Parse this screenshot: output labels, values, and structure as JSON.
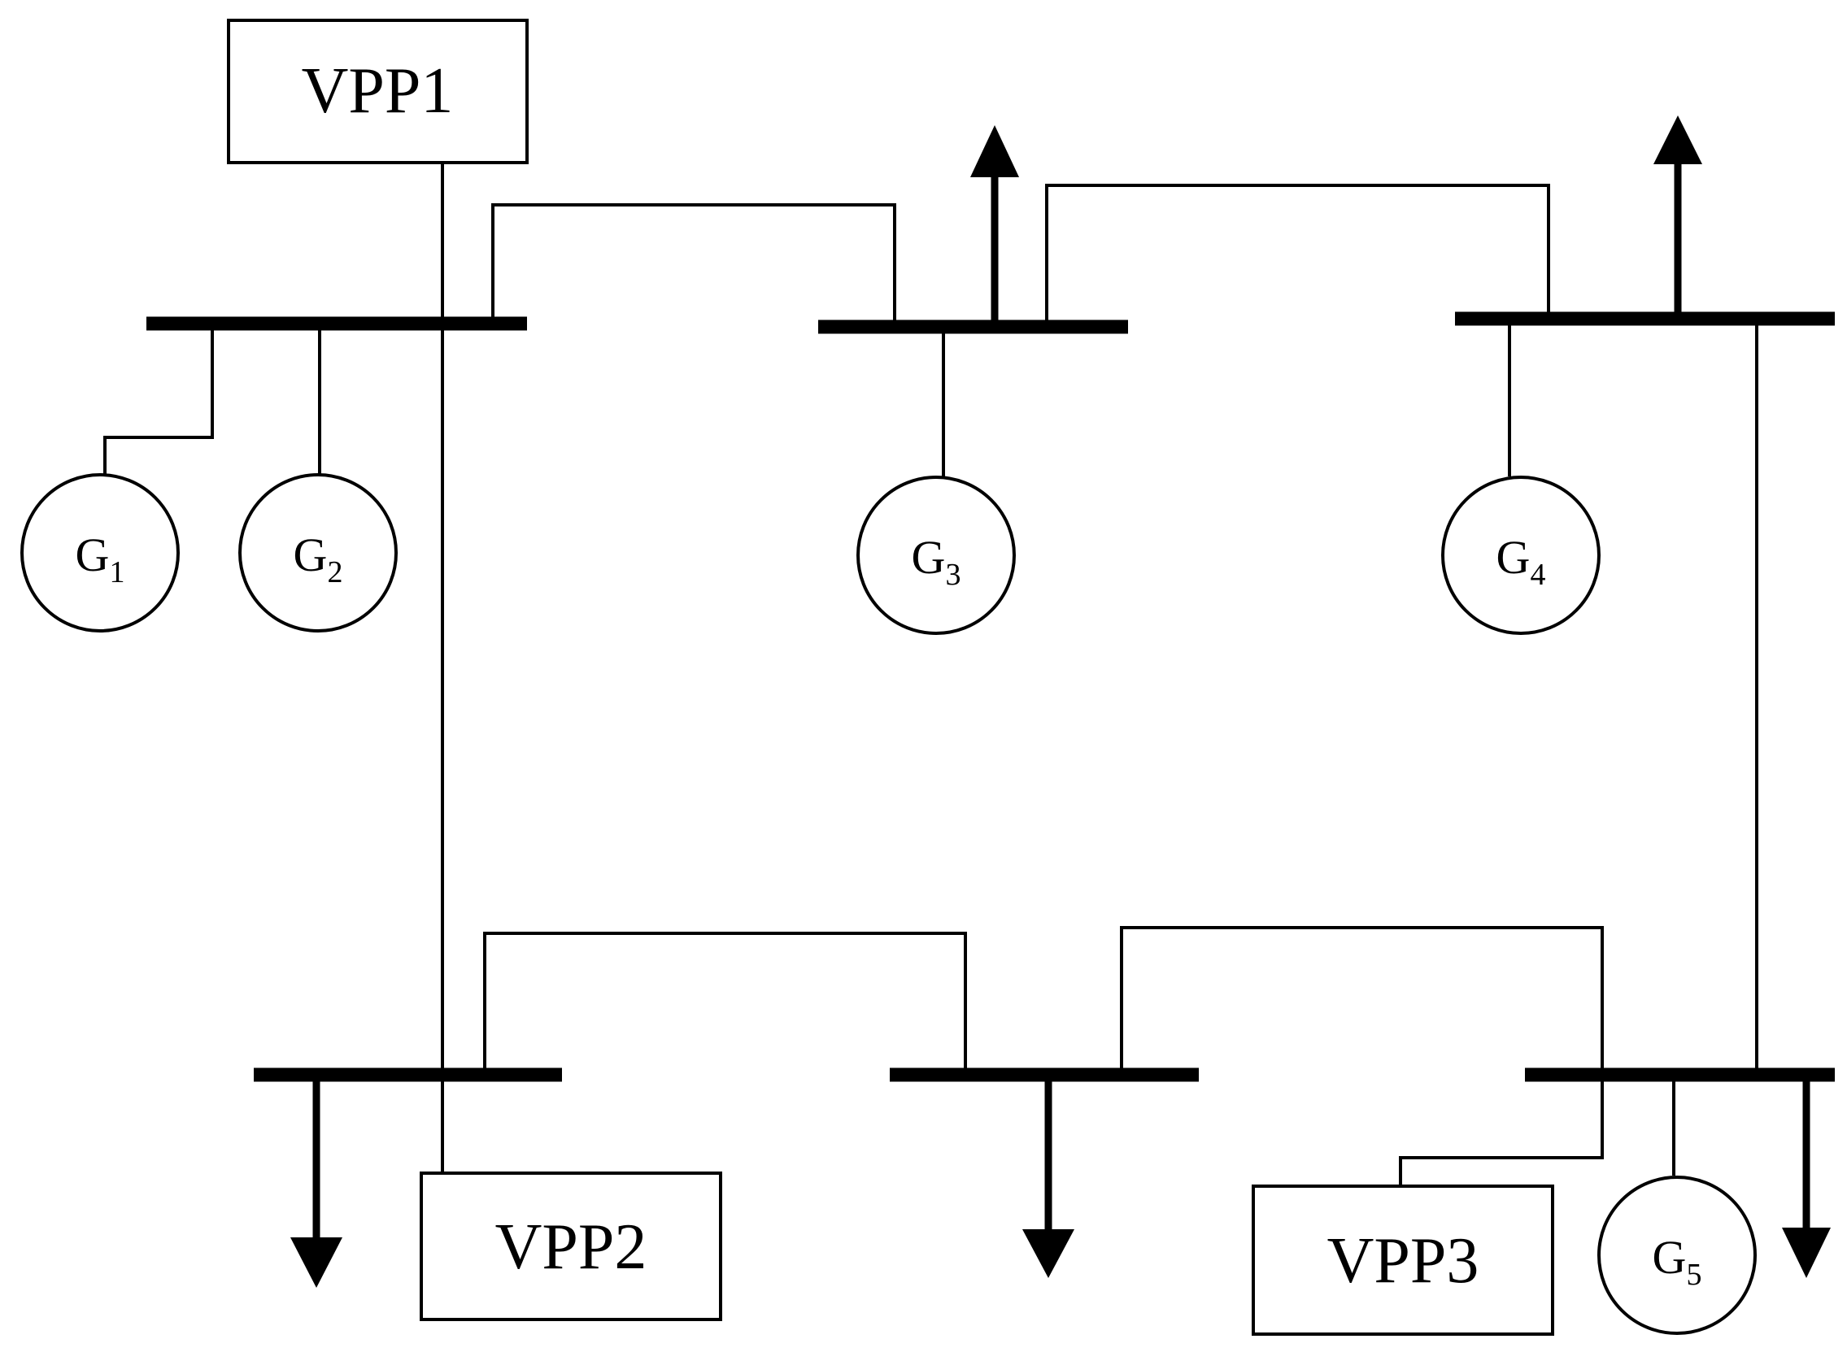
{
  "diagram": {
    "vpps": [
      {
        "id": "vpp1",
        "label": "VPP1"
      },
      {
        "id": "vpp2",
        "label": "VPP2"
      },
      {
        "id": "vpp3",
        "label": "VPP3"
      }
    ],
    "generators": [
      {
        "id": "g1",
        "letter": "G",
        "sub": "1"
      },
      {
        "id": "g2",
        "letter": "G",
        "sub": "2"
      },
      {
        "id": "g3",
        "letter": "G",
        "sub": "3"
      },
      {
        "id": "g4",
        "letter": "G",
        "sub": "4"
      },
      {
        "id": "g5",
        "letter": "G",
        "sub": "5"
      }
    ],
    "colors": {
      "stroke": "#000000",
      "background": "#ffffff"
    }
  }
}
